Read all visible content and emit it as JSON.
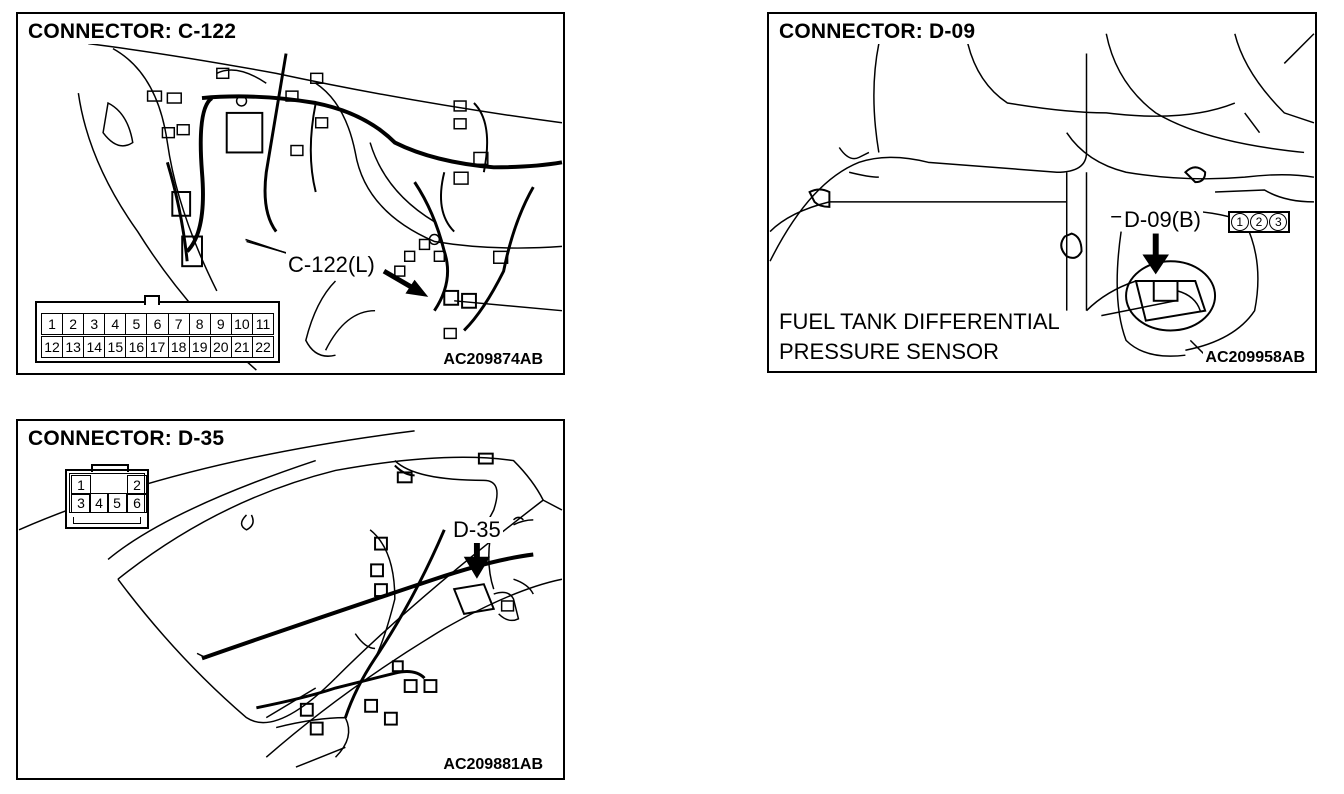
{
  "panels": {
    "c122": {
      "title": "CONNECTOR: C-122",
      "callout": "C-122(L)",
      "code": "AC209874AB",
      "pins_top": [
        "1",
        "2",
        "3",
        "4",
        "5",
        "6",
        "7",
        "8",
        "9",
        "10",
        "11"
      ],
      "pins_bottom": [
        "12",
        "13",
        "14",
        "15",
        "16",
        "17",
        "18",
        "19",
        "20",
        "21",
        "22"
      ]
    },
    "d09": {
      "title": "CONNECTOR: D-09",
      "callout": "D-09(B)",
      "pins": [
        "1",
        "2",
        "3"
      ],
      "note_line1": "FUEL TANK DIFFERENTIAL",
      "note_line2": "PRESSURE SENSOR",
      "code": "AC209958AB"
    },
    "d35": {
      "title": "CONNECTOR: D-35",
      "callout": "D-35",
      "pins_top": [
        "1",
        "2"
      ],
      "pins_bottom": [
        "3",
        "4",
        "5",
        "6"
      ],
      "code": "AC209881AB"
    }
  }
}
